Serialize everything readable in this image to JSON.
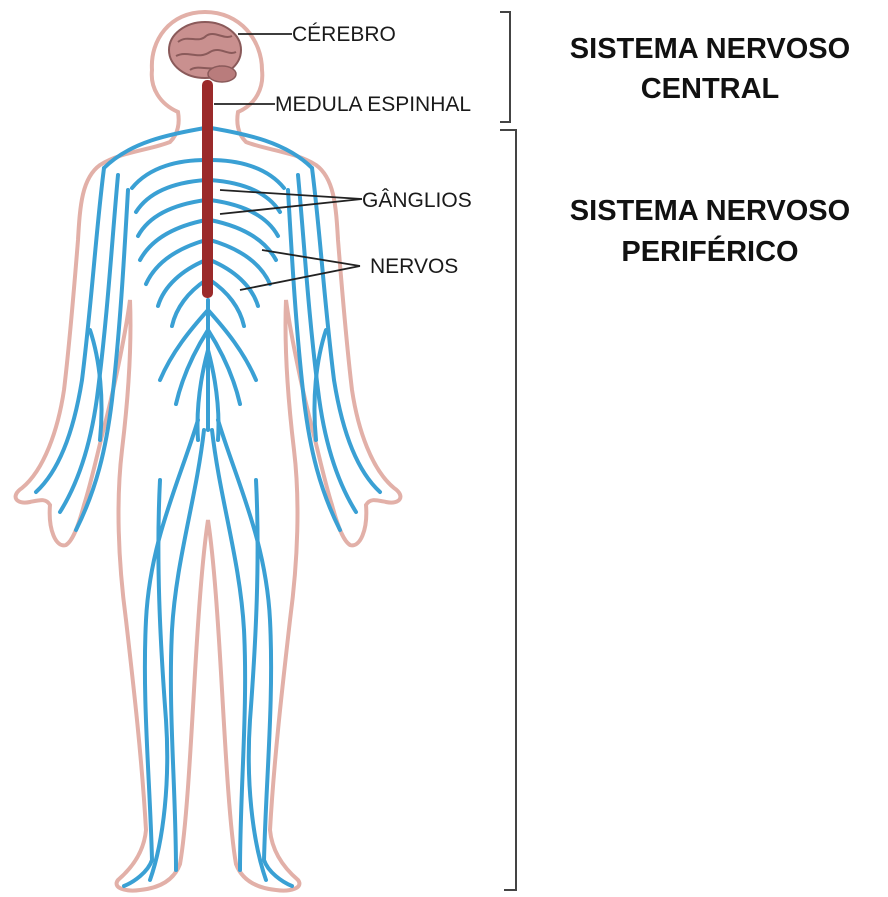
{
  "labels": {
    "brain": "CÉREBRO",
    "spinal_cord": "MEDULA ESPINHAL",
    "ganglia": "GÂNGLIOS",
    "nerves": "NERVOS"
  },
  "systems": {
    "central": {
      "line1": "SISTEMA NERVOSO",
      "line2": "CENTRAL"
    },
    "peripheral": {
      "line1": "SISTEMA NERVOSO",
      "line2": "PERIFÉRICO"
    }
  },
  "colors": {
    "nerve": "#3aa0d4",
    "spinal_cord": "#9b2a2a",
    "brain": "#c9908f",
    "body_outline": "#e2b0a8",
    "body_fill": "#ffffff",
    "leader_line": "#222222",
    "bracket": "#444444"
  }
}
